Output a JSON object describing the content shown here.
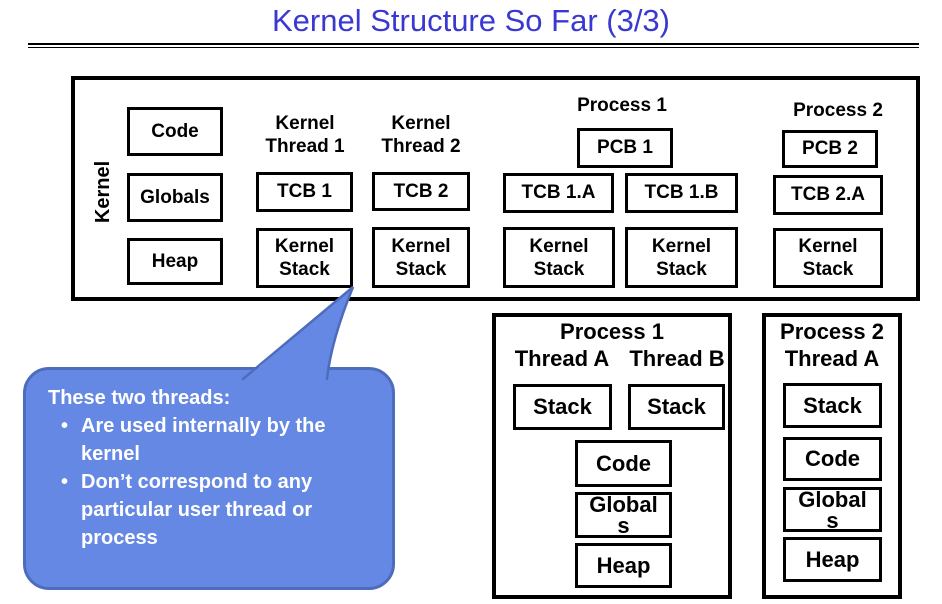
{
  "slide_title": "Kernel Structure So Far (3/3)",
  "colors": {
    "title_text": "#3939D1",
    "box_border": "#000000",
    "callout_fill": "#6588E4",
    "callout_border": "#4D6CBC",
    "callout_text": "#FFFFFF"
  },
  "kernel_box": {
    "side_label": "Kernel",
    "memory_segments": [
      "Code",
      "Globals",
      "Heap"
    ],
    "kernel_threads": [
      {
        "heading": "Kernel Thread 1",
        "tcb": "TCB 1",
        "stack": "Kernel Stack"
      },
      {
        "heading": "Kernel Thread 2",
        "tcb": "TCB 2",
        "stack": "Kernel Stack"
      }
    ],
    "process_1": {
      "heading": "Process 1",
      "pcb": "PCB 1",
      "tcbs": [
        "TCB 1.A",
        "TCB 1.B"
      ],
      "stacks": [
        "Kernel Stack",
        "Kernel Stack"
      ]
    },
    "process_2": {
      "heading": "Process 2",
      "pcb": "PCB 2",
      "tcb": "TCB 2.A",
      "stack": "Kernel Stack"
    }
  },
  "callout": {
    "heading": "These two threads:",
    "bullets": [
      "Are used internally by the kernel",
      "Don’t correspond to any particular user thread or process"
    ]
  },
  "user_space": {
    "process_1": {
      "heading": "Process 1",
      "threads": [
        "Thread A",
        "Thread B"
      ],
      "stacks": [
        "Stack",
        "Stack"
      ],
      "segments": [
        "Code",
        "Globals",
        "Heap"
      ]
    },
    "process_2": {
      "heading": "Process 2",
      "threads": [
        "Thread A"
      ],
      "stacks": [
        "Stack"
      ],
      "segments": [
        "Code",
        "Globals",
        "Heap"
      ]
    }
  }
}
